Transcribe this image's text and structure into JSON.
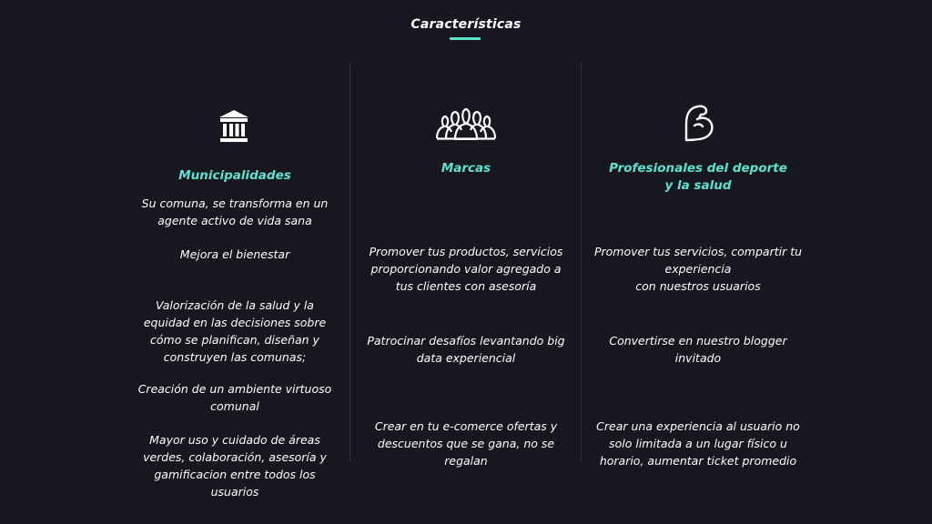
{
  "header": {
    "title": "Características"
  },
  "colors": {
    "accent": "#5de2cf",
    "background": "#16171f",
    "divider": "#2d2f3a"
  },
  "columns": [
    {
      "icon": "government-building-icon",
      "title": "Municipalidades",
      "items": [
        "Su comuna, se transforma en un\nagente activo de vida sana",
        "Mejora el bienestar",
        "Valorización de la salud y la\nequidad en las decisiones sobre\ncómo se planifican, diseñan y\nconstruyen las comunas;",
        "Creación de un ambiente virtuoso\ncomunal",
        "Mayor uso y cuidado de áreas\nverdes, colaboración, asesoría y\ngamificacion entre todos los\nusuarios"
      ]
    },
    {
      "icon": "people-group-icon",
      "title": "Marcas",
      "items": [
        "Promover tus productos, servicios\nproporcionando valor agregado a\ntus clientes con asesoría",
        "Patrocinar desafíos levantando big\ndata experiencial",
        "Crear en tu e-comerce ofertas y\ndescuentos que se gana, no se\nregalan"
      ]
    },
    {
      "icon": "flexed-arm-icon",
      "title": "Profesionales del deporte\ny la salud",
      "items": [
        "Promover tus servicios, compartir tu\nexperiencia\ncon nuestros usuarios",
        "Convertirse en nuestro blogger\ninvitado",
        "Crear una experiencia al usuario no\nsolo limitada a un lugar físico u\nhorario, aumentar ticket promedio"
      ]
    }
  ]
}
